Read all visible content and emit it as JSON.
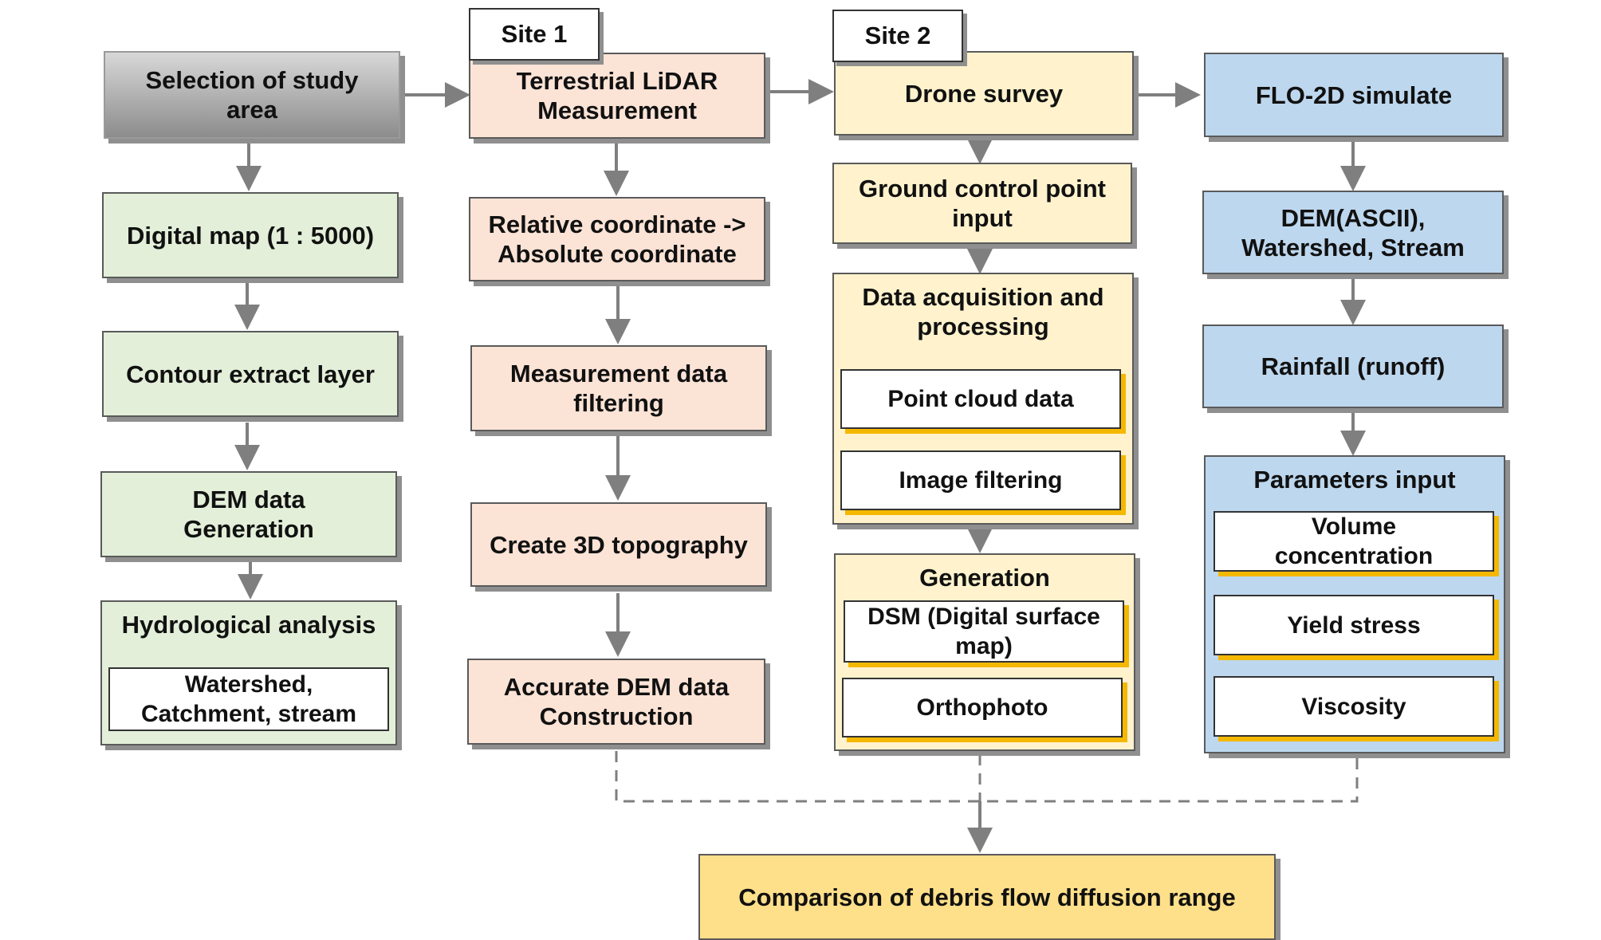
{
  "col1": {
    "selection": "Selection of study area",
    "digital_map": "Digital map (1 : 5000)",
    "contour": "Contour extract layer",
    "dem_gen": "DEM data Generation",
    "hydro": "Hydrological analysis",
    "hydro_inner": "Watershed, Catchment, stream"
  },
  "col2": {
    "site_tag": "Site 1",
    "lidar": "Terrestrial LiDAR Measurement",
    "coord": "Relative coordinate -> Absolute coordinate",
    "filtering": "Measurement data filtering",
    "topo": "Create 3D topography",
    "accurate": "Accurate DEM data Construction"
  },
  "col3": {
    "site_tag": "Site 2",
    "drone": "Drone survey",
    "gcp": "Ground control point input",
    "acq": "Data acquisition and processing",
    "acq_items": [
      "Point cloud data",
      "Image filtering"
    ],
    "gen": "Generation",
    "gen_items": [
      "DSM (Digital surface map)",
      "Orthophoto"
    ]
  },
  "col4": {
    "flo": "FLO-2D simulate",
    "dem_ascii": "DEM(ASCII), Watershed, Stream",
    "rainfall": "Rainfall (runoff)",
    "params": "Parameters input",
    "param_items": [
      "Volume concentration",
      "Yield stress",
      "Viscosity"
    ]
  },
  "comparison": "Comparison of debris flow diffusion range",
  "colors": {
    "green": "#e3efd9",
    "peach": "#fbe3d6",
    "yellow": "#fff2cc",
    "blue": "#bdd7ee",
    "orange": "#ffe08a",
    "accent_shadow": "#f5b800",
    "arrow": "#7f7f7f"
  }
}
